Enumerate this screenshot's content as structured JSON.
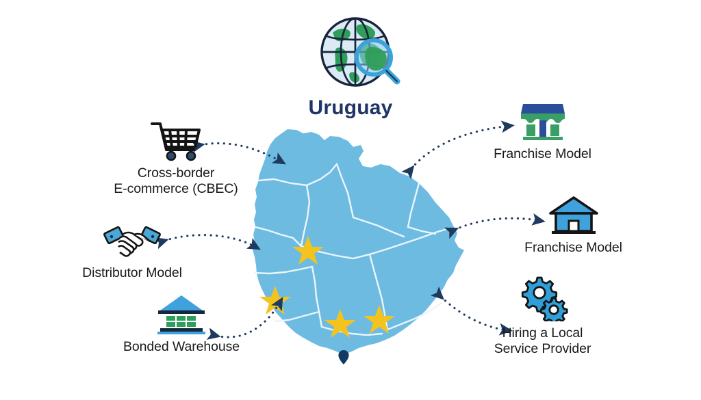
{
  "background_color": "#ffffff",
  "center": {
    "title": "Uruguay",
    "title_color": "#1f3566",
    "icon": "globe-magnifier-icon"
  },
  "map": {
    "name": "uruguay-map",
    "fill_color": "#6ebbe2",
    "border_color": "#e8f4fb",
    "star_color": "#f5c31e",
    "capital_marker_color": "#123a63",
    "star_count": 4,
    "capital_markers": 1
  },
  "arrow_style": {
    "color": "#1f3a5f",
    "dash": "dotted",
    "double_headed": true
  },
  "nodes": [
    {
      "id": "cross-border-ecommerce",
      "label": "Cross-border\nE-commerce (CBEC)",
      "icon": "shopping-cart-icon",
      "side": "left"
    },
    {
      "id": "franchise-model-store",
      "label": "Franchise Model",
      "icon": "storefront-icon",
      "side": "right"
    },
    {
      "id": "distributor-model",
      "label": "Distributor Model",
      "icon": "handshake-icon",
      "side": "left"
    },
    {
      "id": "franchise-model-house",
      "label": "Franchise Model",
      "icon": "house-icon",
      "side": "right"
    },
    {
      "id": "bonded-warehouse",
      "label": "Bonded Warehouse",
      "icon": "warehouse-building-icon",
      "side": "left"
    },
    {
      "id": "hiring-local-service-provider",
      "label": "Hiring a Local\nService Provider",
      "icon": "gears-icon",
      "side": "right"
    }
  ],
  "colors": {
    "map_blue": "#6ebbe2",
    "icon_blue": "#2f9fd8",
    "icon_dark_blue": "#2b4e9b",
    "icon_green": "#3a9f66",
    "star_yellow": "#f5c31e",
    "arrow_navy": "#1f3a5f",
    "text_dark": "#191919",
    "title_navy": "#1f3566"
  }
}
